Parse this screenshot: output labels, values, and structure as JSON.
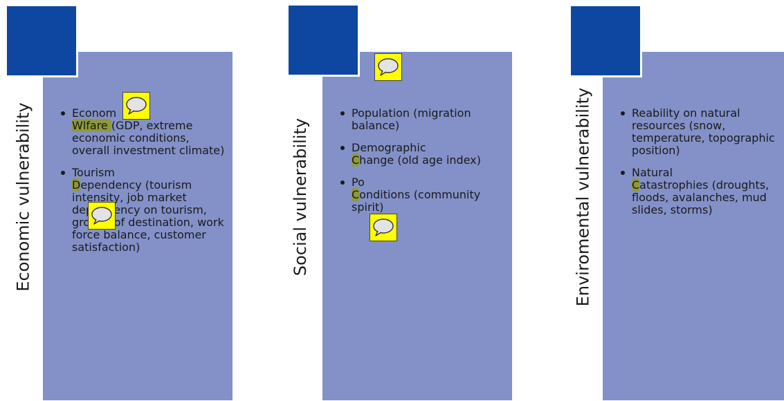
{
  "columns": [
    {
      "title": "Economic vulnerability",
      "items": [
        {
          "hl": "",
          "pre": "Econom",
          "post": ""
        },
        {
          "hl": "Wlfare ",
          "pre": "",
          "post": "(GDP, extreme economic conditions, overall investment climate)"
        },
        {
          "hl": "",
          "pre": "Tourism",
          "post": ""
        },
        {
          "hl": "D",
          "pre": "",
          "post": "ependency (tourism intensity, job market dependency on tourism, growth of destination, work force balance, customer satisfaction)"
        }
      ]
    },
    {
      "title": "Social vulnerability",
      "items": [
        {
          "hl": "",
          "pre": "Population (migration balance)",
          "post": ""
        },
        {
          "hl": "",
          "pre": "Demographic",
          "post": ""
        },
        {
          "hl": "C",
          "pre": "",
          "post": "hange (old age index)"
        },
        {
          "hl": "",
          "pre": "Po",
          "post": ""
        },
        {
          "hl": "C",
          "pre": "",
          "post": "onditions (community spirit)"
        }
      ]
    },
    {
      "title": "Enviromental vulnerability",
      "items": [
        {
          "hl": "",
          "pre": "Reability on natural resources (snow, temperature, topographic position)",
          "post": ""
        },
        {
          "hl": "",
          "pre": "Natural",
          "post": ""
        },
        {
          "hl": "C",
          "pre": "",
          "post": "atastrophies (droughts, floods, avalanches, mud slides, storms)"
        }
      ]
    }
  ],
  "colors": {
    "square": "#0d47a1",
    "panel": "#8391c8",
    "highlight": "#8e9a3a",
    "note": "#ffff00"
  },
  "icons": [
    "comment-note-icon"
  ]
}
